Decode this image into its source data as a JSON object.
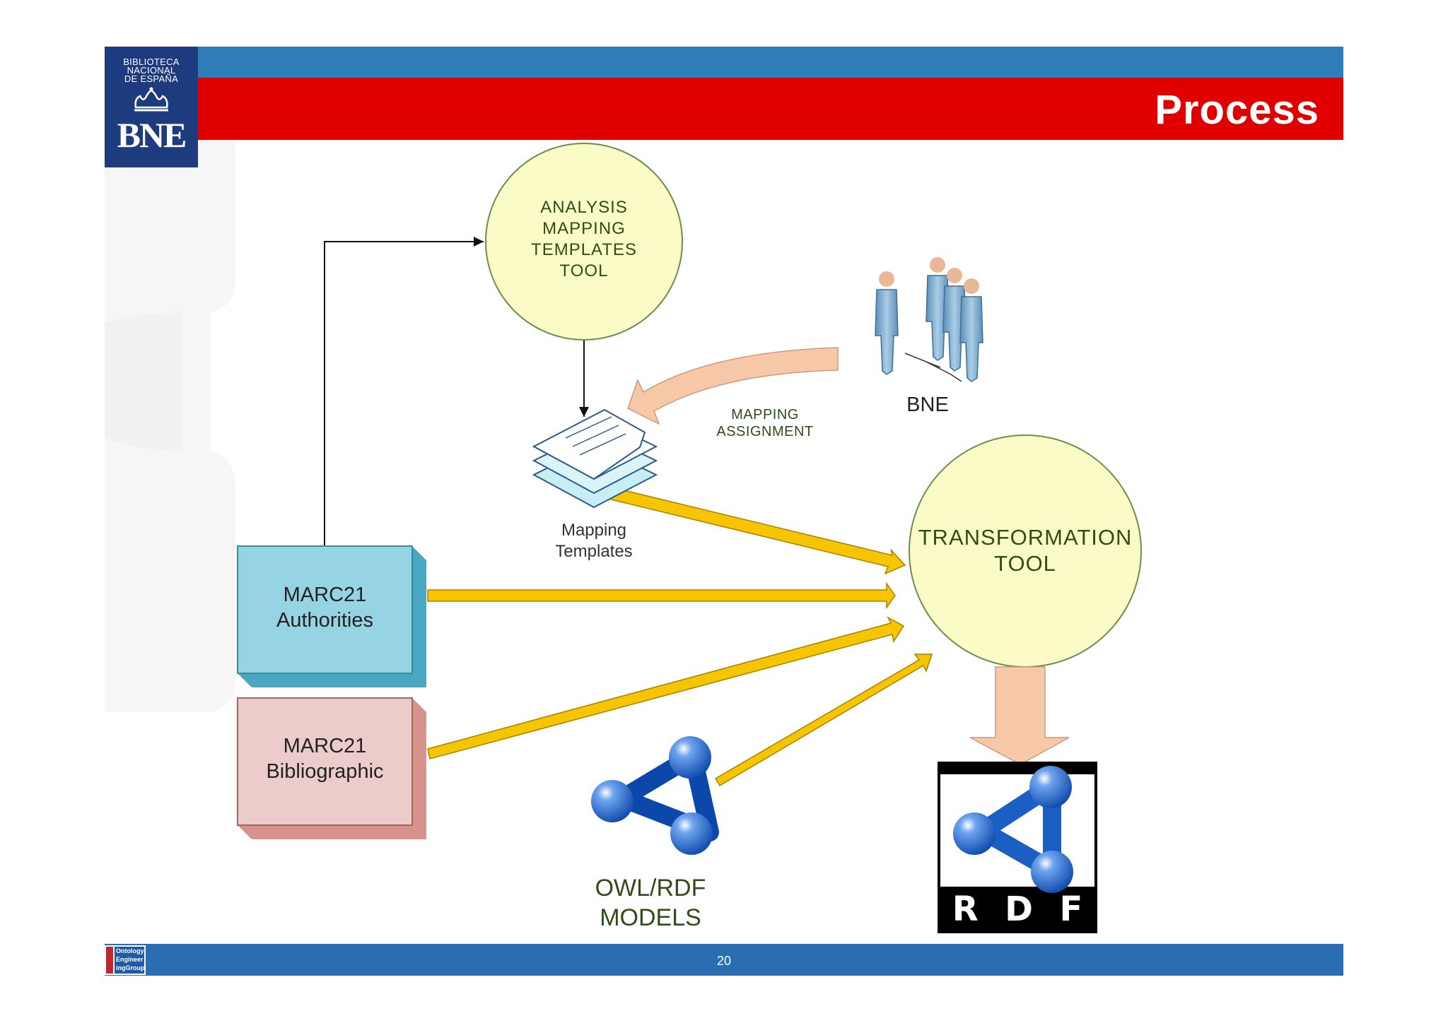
{
  "header": {
    "title": "Process",
    "logo": {
      "lines": [
        "BIBLIOTECA",
        "NACIONAL",
        "DE ESPAÑA"
      ],
      "wordmark": "BNE",
      "icon": "crown-icon"
    }
  },
  "diagram": {
    "analysis_circle": {
      "lines": [
        "ANALYSIS",
        "MAPPING",
        "TEMPLATES",
        "TOOL"
      ]
    },
    "transformation_circle": {
      "lines": [
        "TRANSFORMATION",
        "TOOL"
      ]
    },
    "mapping_templates": {
      "lines": [
        "Mapping",
        "Templates"
      ],
      "icon": "document-stack-icon"
    },
    "mapping_assignment": {
      "lines": [
        "MAPPING",
        "ASSIGNMENT"
      ]
    },
    "bne_group": {
      "label": "BNE",
      "icon": "people-group-icon"
    },
    "marc21_authorities": {
      "lines": [
        "MARC21",
        "Authorities"
      ],
      "color": "#96d3e3"
    },
    "marc21_bibliographic": {
      "lines": [
        "MARC21",
        "Bibliographic"
      ],
      "color": "#ebcccb"
    },
    "owl_rdf_models": {
      "lines": [
        "OWL/RDF",
        "MODELS"
      ],
      "icon": "semantic-web-icon"
    },
    "rdf_logo": {
      "letters": [
        "R",
        "D",
        "F"
      ],
      "icon": "rdf-logo-icon"
    }
  },
  "footer": {
    "page_number": "20",
    "logo_lines": [
      "Ontology",
      "Engineer",
      "ingGroup"
    ]
  },
  "colors": {
    "header_blue": "#2e7db7",
    "header_red": "#e00000",
    "footer_blue": "#2a6db3",
    "logo_navy": "#1d3b7e",
    "circle_fill": "#fbfbc8",
    "circle_stroke": "#6a8f4a",
    "yellow_arrow": "#f7c400",
    "salmon_arrow": "#f7c8a8",
    "rdf_blue": "#1c5fc4"
  }
}
